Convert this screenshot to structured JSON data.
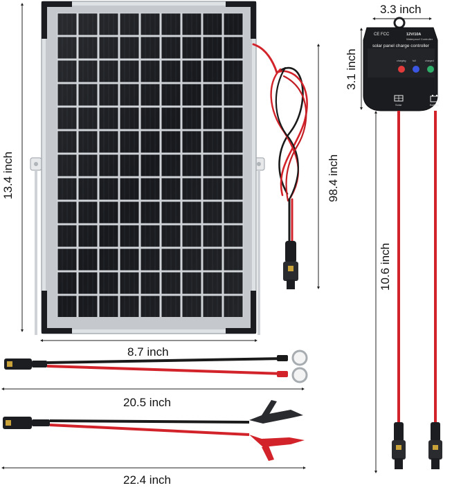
{
  "dimensions": {
    "panel_height": "13.4 inch",
    "panel_width": "8.7 inch",
    "panel_cable_length": "98.4 inch",
    "controller_width": "3.3 inch",
    "controller_height": "3.1 inch",
    "controller_cable_length": "10.6 inch",
    "ring_cable_length": "20.5 inch",
    "clamp_cable_length": "22.4 inch"
  },
  "controller": {
    "title": "solar panel charge controller",
    "model": "12V/10A",
    "subtitle": "Waterproof Controller",
    "cert_marks": "CE FCC",
    "indicators": [
      "charging",
      "full",
      "charged"
    ],
    "port_labels": [
      "Solar",
      "Battery"
    ]
  },
  "colors": {
    "cable_red": "#d3232a",
    "cable_black": "#1a1a1a",
    "panel_cell": "#15171b",
    "frame": "#d9dcdf",
    "led_red": "#e23b3b",
    "led_blue": "#3b57e2",
    "led_green": "#2fae6a"
  },
  "icons": {
    "solar_port": "solar-panel-icon",
    "battery_port": "battery-icon"
  }
}
